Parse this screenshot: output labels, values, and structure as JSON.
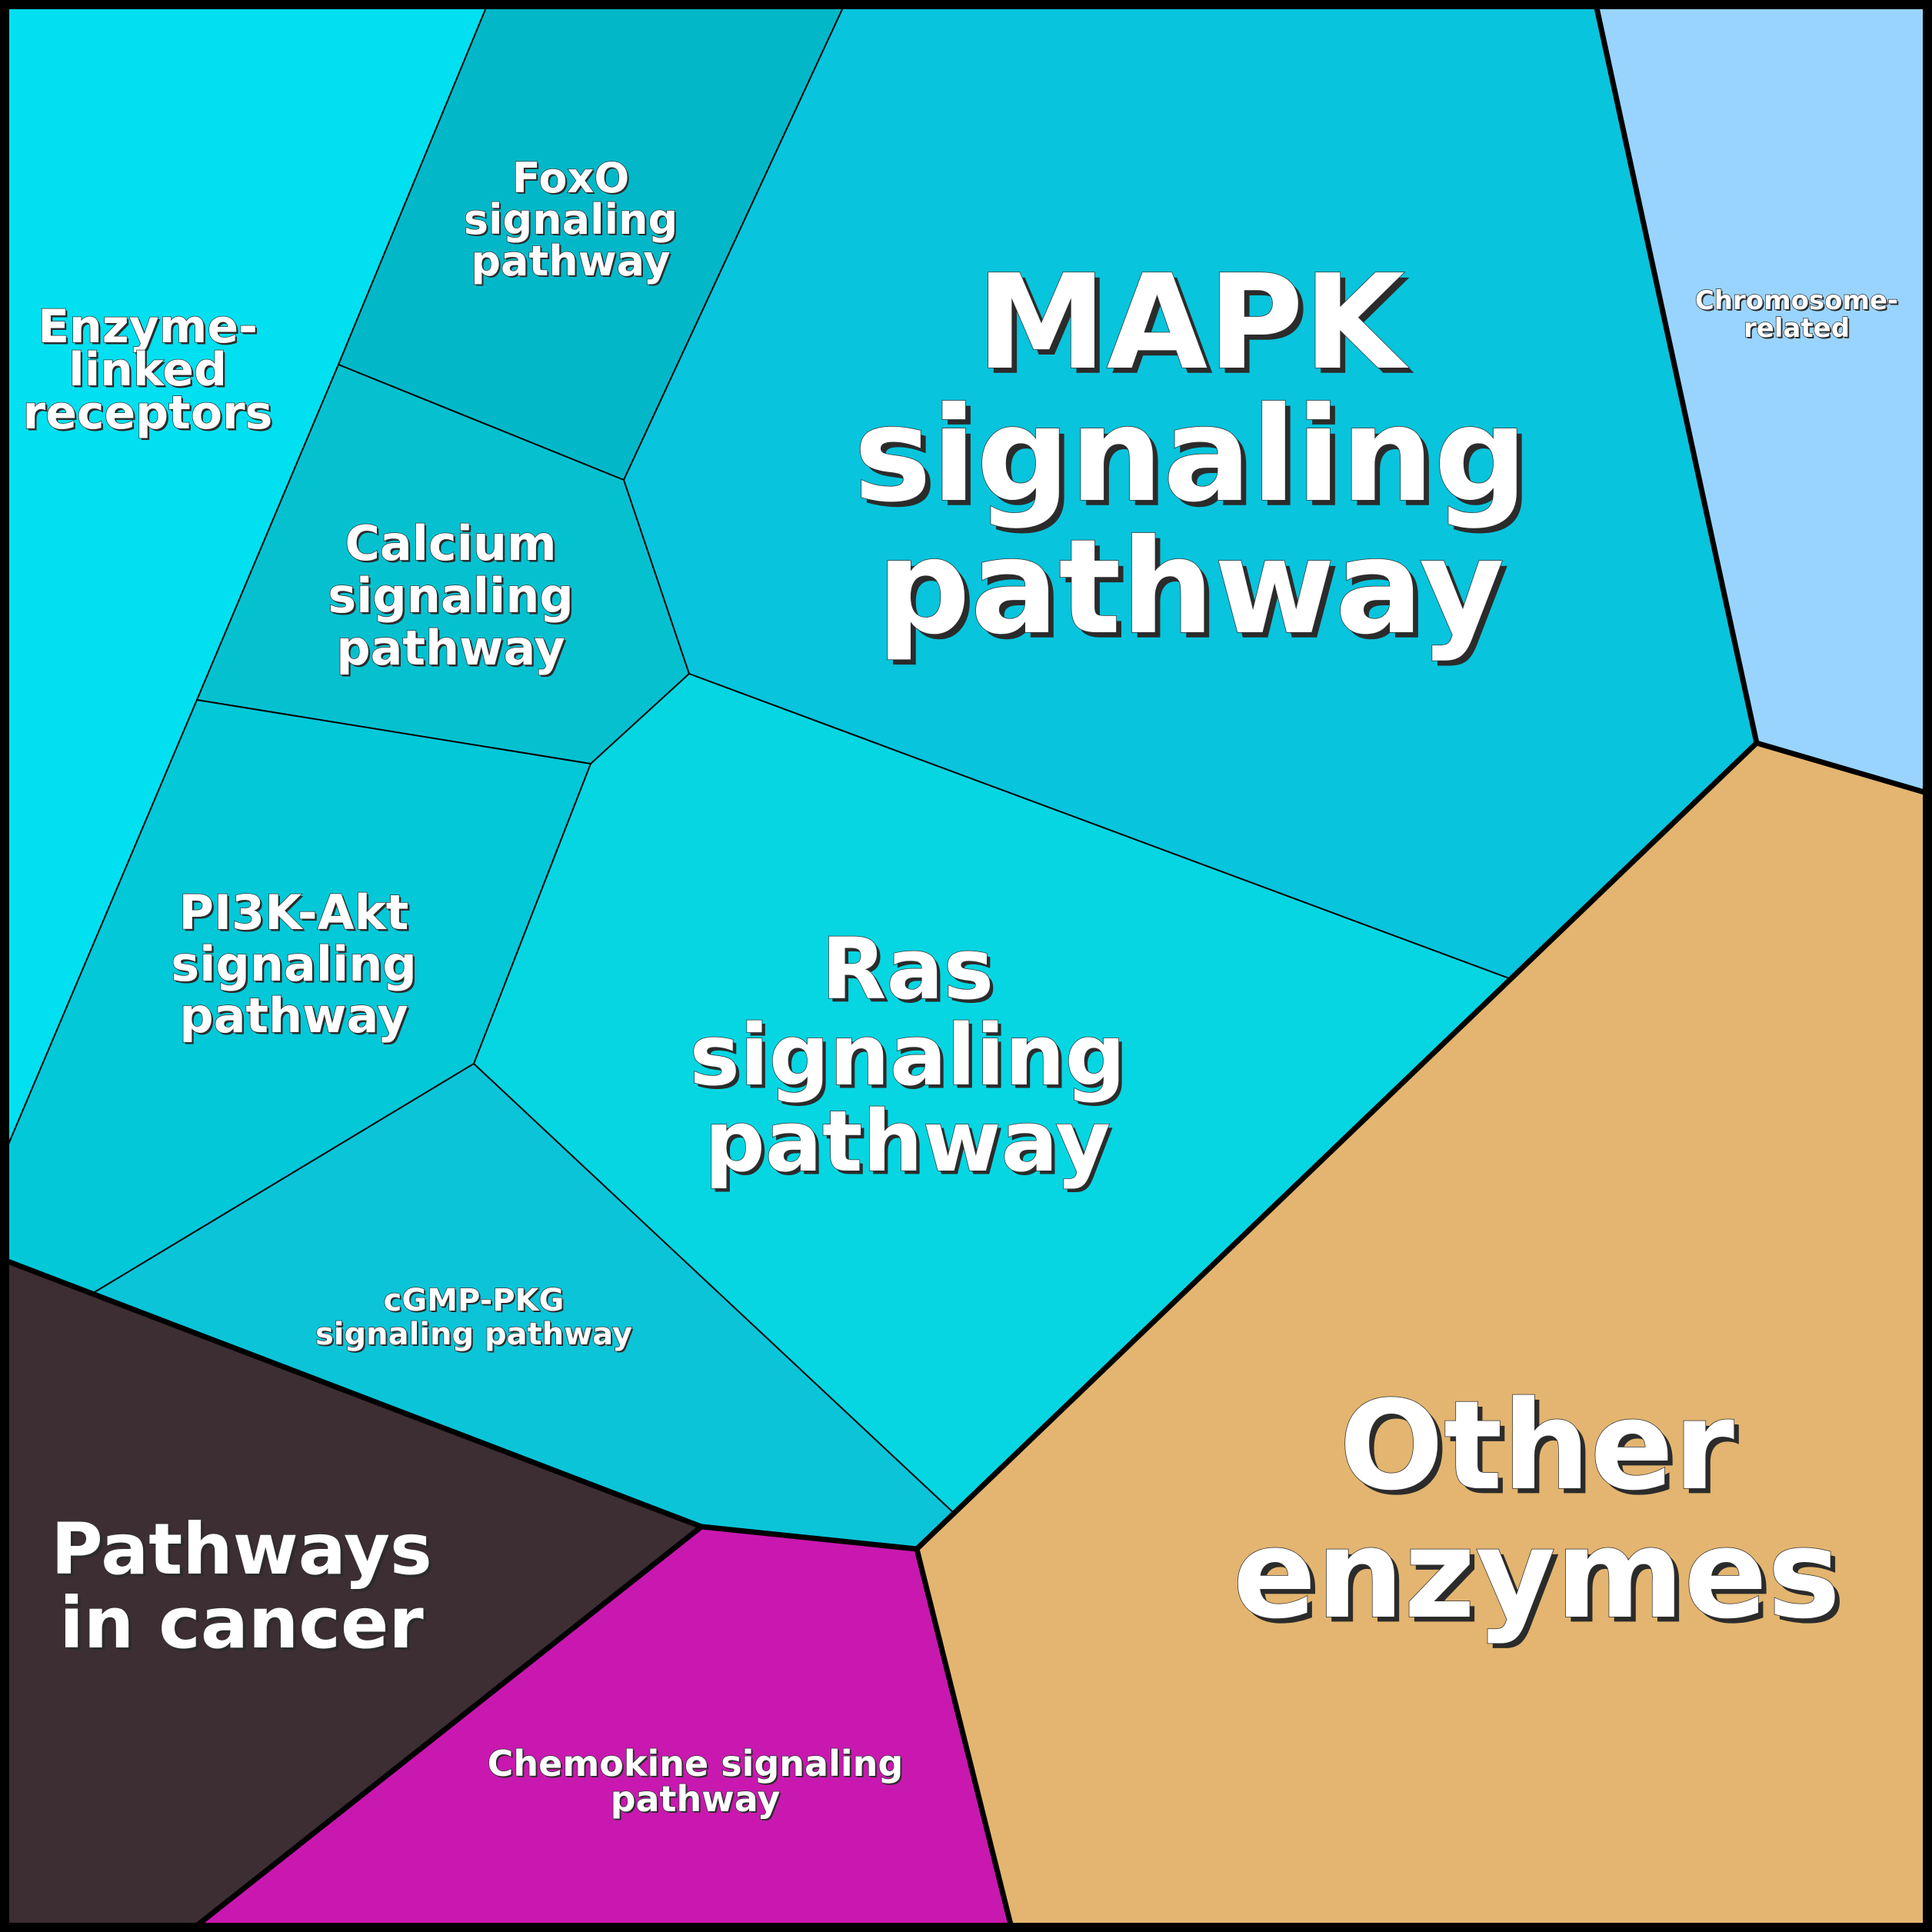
{
  "diagram": {
    "cells": [
      {
        "id": "enzyme-linked-receptors",
        "lines": [
          "Enzyme-",
          "linked",
          "receptors"
        ],
        "color": "#00e0f0"
      },
      {
        "id": "foxo",
        "lines": [
          "FoxO",
          "signaling",
          "pathway"
        ],
        "color": "#02b8c8"
      },
      {
        "id": "mapk",
        "lines": [
          "MAPK",
          "signaling",
          "pathway"
        ],
        "color": "#08c4dc"
      },
      {
        "id": "chromosome-related",
        "lines": [
          "Chromosome-",
          "related"
        ],
        "color": "#99d4ff"
      },
      {
        "id": "calcium",
        "lines": [
          "Calcium",
          "signaling",
          "pathway"
        ],
        "color": "#05c1d0"
      },
      {
        "id": "pi3k-akt",
        "lines": [
          "PI3K-Akt",
          "signaling",
          "pathway"
        ],
        "color": "#02c8d8"
      },
      {
        "id": "ras",
        "lines": [
          "Ras",
          "signaling",
          "pathway"
        ],
        "color": "#06d6e2"
      },
      {
        "id": "cgmp-pkg",
        "lines": [
          "cGMP-PKG",
          "signaling pathway"
        ],
        "color": "#0cc4d8"
      },
      {
        "id": "other-enzymes",
        "lines": [
          "Other",
          "enzymes"
        ],
        "color": "#e3b570"
      },
      {
        "id": "pathways-in-cancer",
        "lines": [
          "Pathways",
          "in cancer"
        ],
        "color": "#3d2e33"
      },
      {
        "id": "chemokine",
        "lines": [
          "Chemokine signaling",
          "pathway"
        ],
        "color": "#c918b0"
      }
    ]
  }
}
